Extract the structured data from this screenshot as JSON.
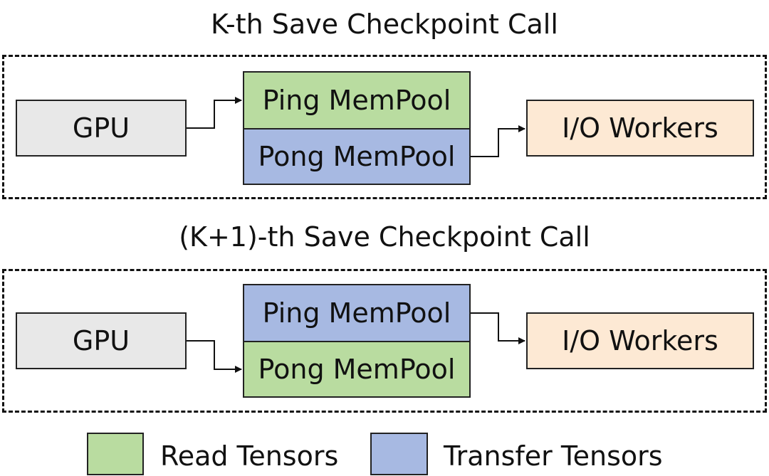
{
  "sections": [
    {
      "title": "K-th Save Checkpoint Call",
      "gpu_label": "GPU",
      "ping_label": "Ping MemPool",
      "pong_label": "Pong MemPool",
      "io_label": "I/O Workers",
      "ping_role": "read",
      "pong_role": "transfer"
    },
    {
      "title": "(K+1)-th Save Checkpoint Call",
      "gpu_label": "GPU",
      "ping_label": "Ping MemPool",
      "pong_label": "Pong MemPool",
      "io_label": "I/O Workers",
      "ping_role": "transfer",
      "pong_role": "read"
    }
  ],
  "legend": [
    {
      "label": "Read Tensors",
      "color": "#b9dca0",
      "role": "read"
    },
    {
      "label": "Transfer Tensors",
      "color": "#a7b9e2",
      "role": "transfer"
    }
  ],
  "colors": {
    "gpu_fill": "#e8e8e8",
    "io_fill": "#fde9d4",
    "read_fill": "#b9dca0",
    "transfer_fill": "#a7b9e2"
  }
}
